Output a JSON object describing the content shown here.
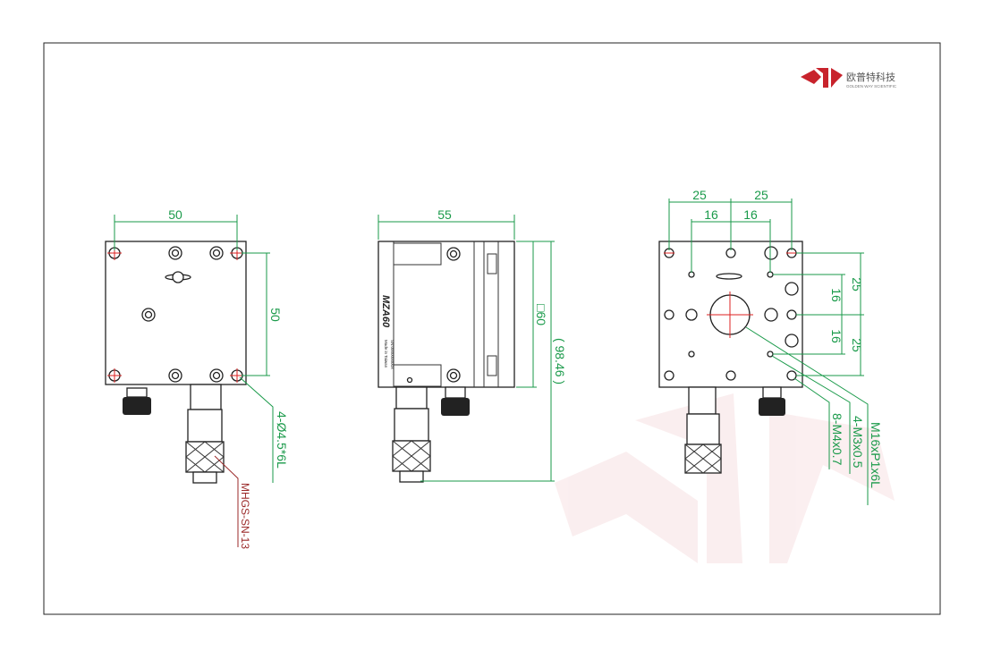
{
  "logo": {
    "name_cn": "欧普特科技",
    "name_en": "GOLDEN WAY SCIENTIFIC",
    "color": "#c8232c"
  },
  "left_view": {
    "dim_width": "50",
    "dim_height": "50",
    "hole_callout": "4-Ø4.5*6L",
    "micrometer_label": "MHGS-SN-13"
  },
  "side_view": {
    "dim_width": "55",
    "dim_square": "□60",
    "dim_total": "( 98.46 )",
    "model": "MZA60",
    "serial": "SN:000000000X",
    "origin": "Made in Taiwan"
  },
  "right_view": {
    "dim_top_outer": [
      "25",
      "25"
    ],
    "dim_top_inner": [
      "16",
      "16"
    ],
    "dim_side_outer": [
      "25",
      "25"
    ],
    "dim_side_inner": [
      "16",
      "16"
    ],
    "callout_m16": "M16xP1x6L",
    "callout_m3": "4-M3x0.5",
    "callout_m4": "8-M4x0.7"
  },
  "colors": {
    "dimension": "#1a9a4a",
    "frame": "#222222",
    "callout_red": "#9b2a2a"
  }
}
